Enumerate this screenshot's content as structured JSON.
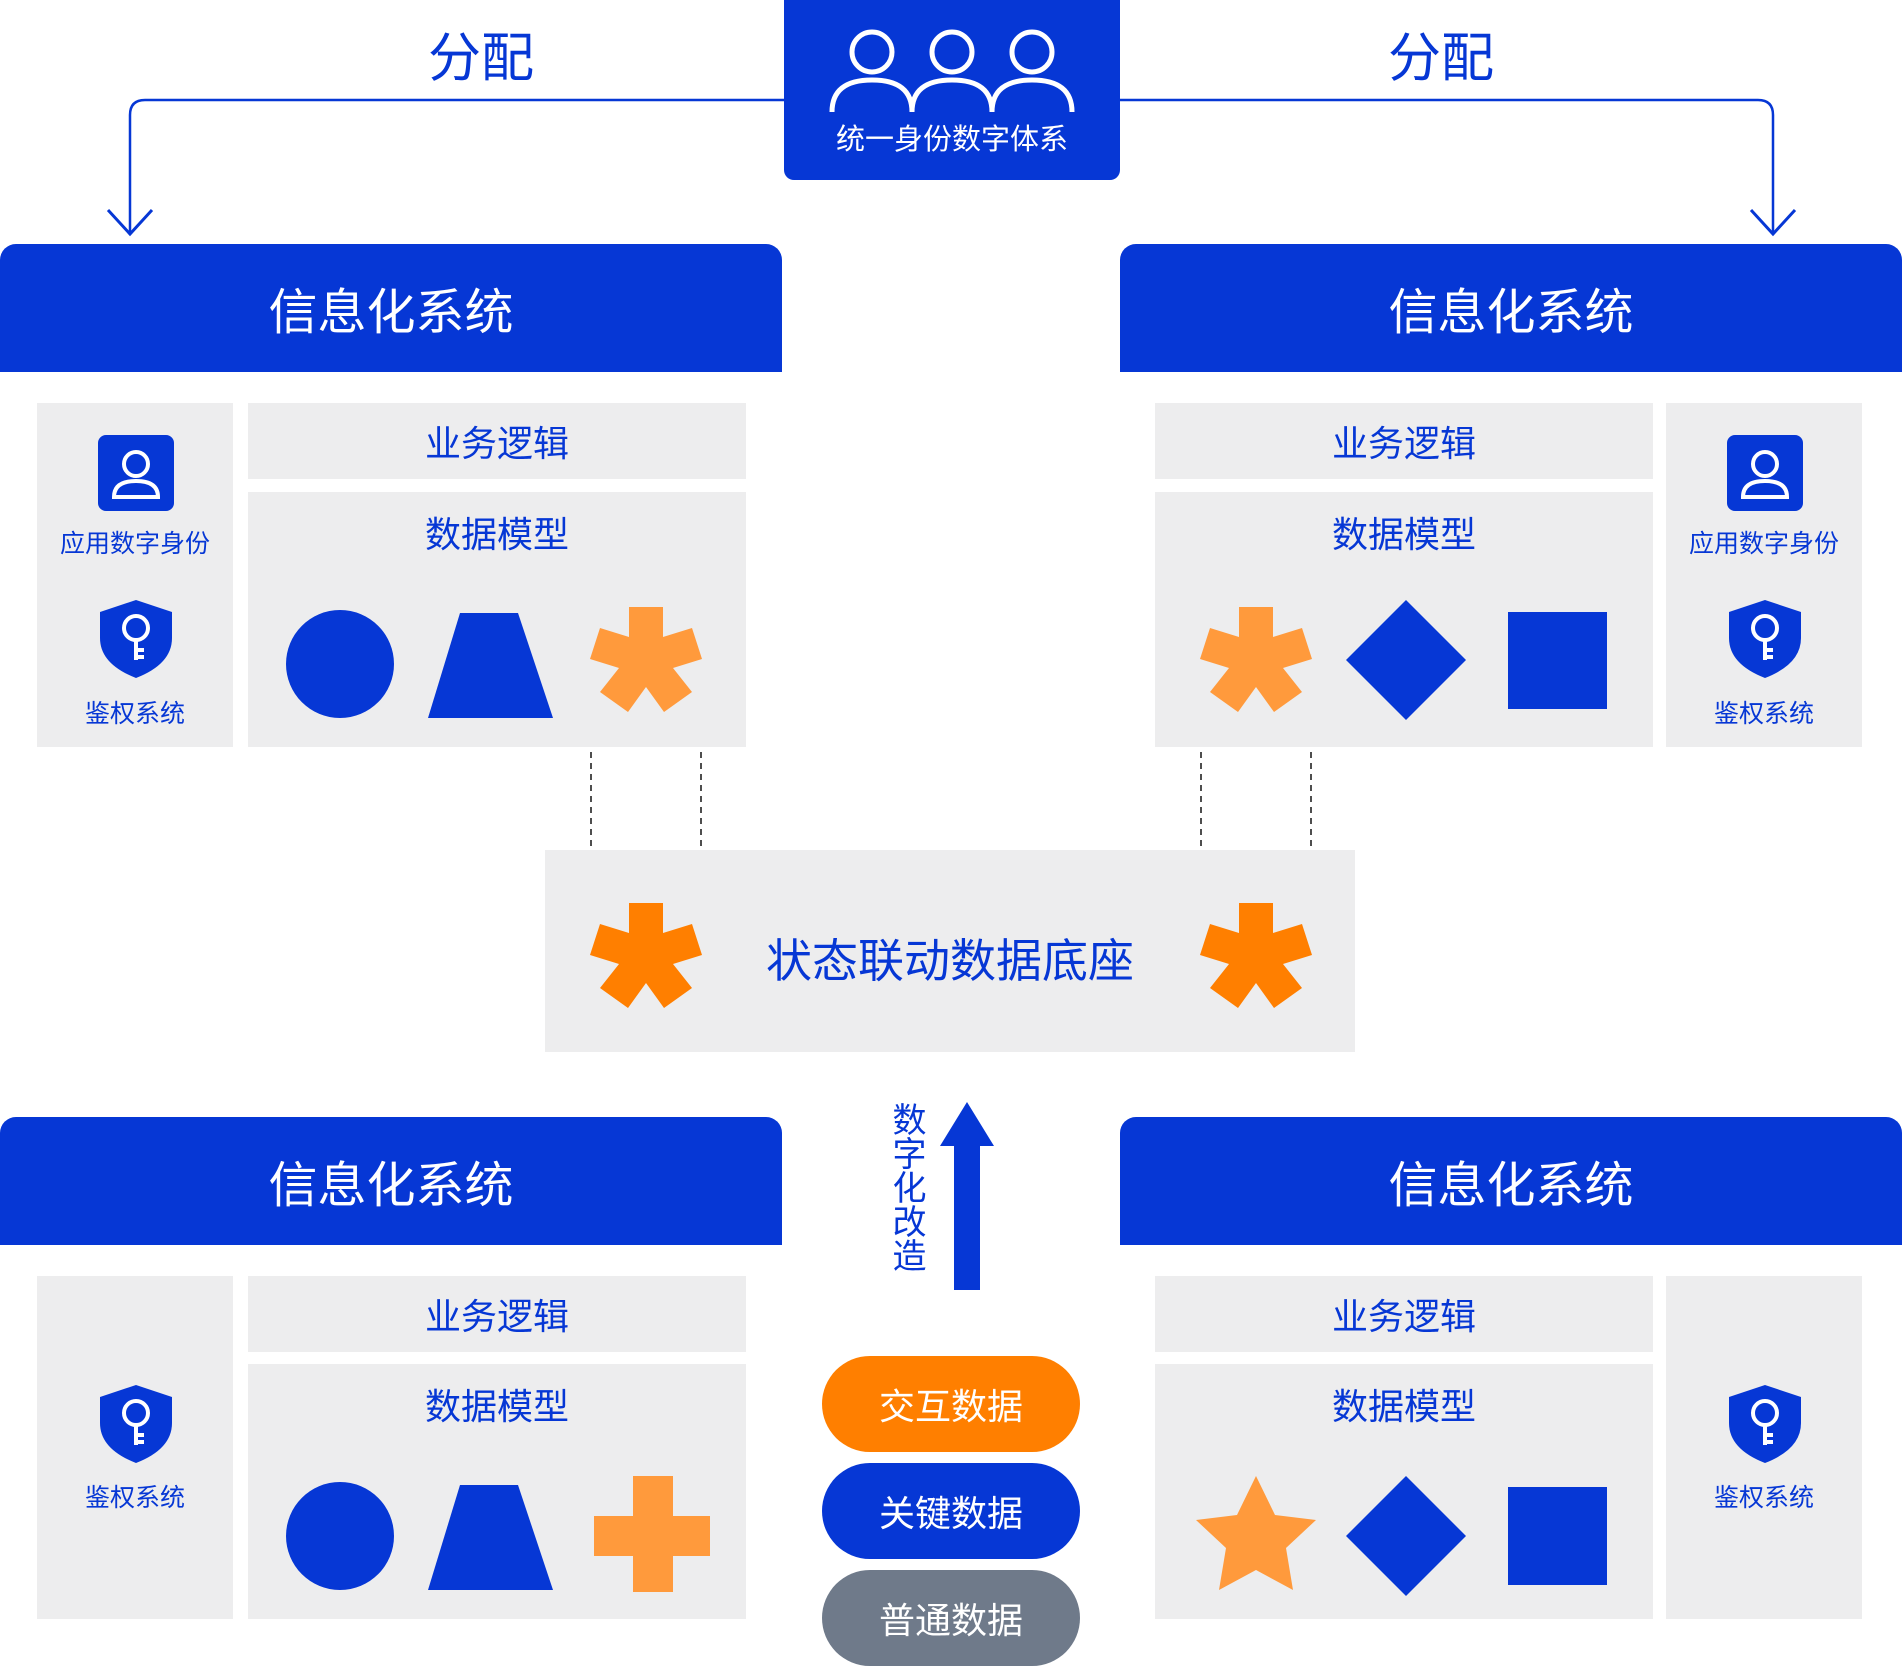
{
  "top": {
    "identity_title": "统一身份数字体系",
    "distribute_left": "分配",
    "distribute_right": "分配"
  },
  "systems": [
    {
      "header": "信息化系统",
      "business": "业务逻辑",
      "model": "数据模型",
      "app_identity": "应用数字身份",
      "auth": "鉴权系统"
    },
    {
      "header": "信息化系统",
      "business": "业务逻辑",
      "model": "数据模型",
      "app_identity": "应用数字身份",
      "auth": "鉴权系统"
    },
    {
      "header": "信息化系统",
      "business": "业务逻辑",
      "model": "数据模型",
      "auth": "鉴权系统"
    },
    {
      "header": "信息化系统",
      "business": "业务逻辑",
      "model": "数据模型",
      "auth": "鉴权系统"
    }
  ],
  "center": {
    "base_title": "状态联动数据底座",
    "transform_label": "数字化改造"
  },
  "legend": [
    {
      "label": "交互数据",
      "color": "#ff7f00"
    },
    {
      "label": "关键数据",
      "color": "#0637d5"
    },
    {
      "label": "普通数据",
      "color": "#6f7a8a"
    }
  ],
  "colors": {
    "primary": "#0637d5",
    "orange": "#ff7f00",
    "light_orange": "#ff9a3c",
    "panel": "#ededee",
    "gray": "#6f7a8a"
  }
}
